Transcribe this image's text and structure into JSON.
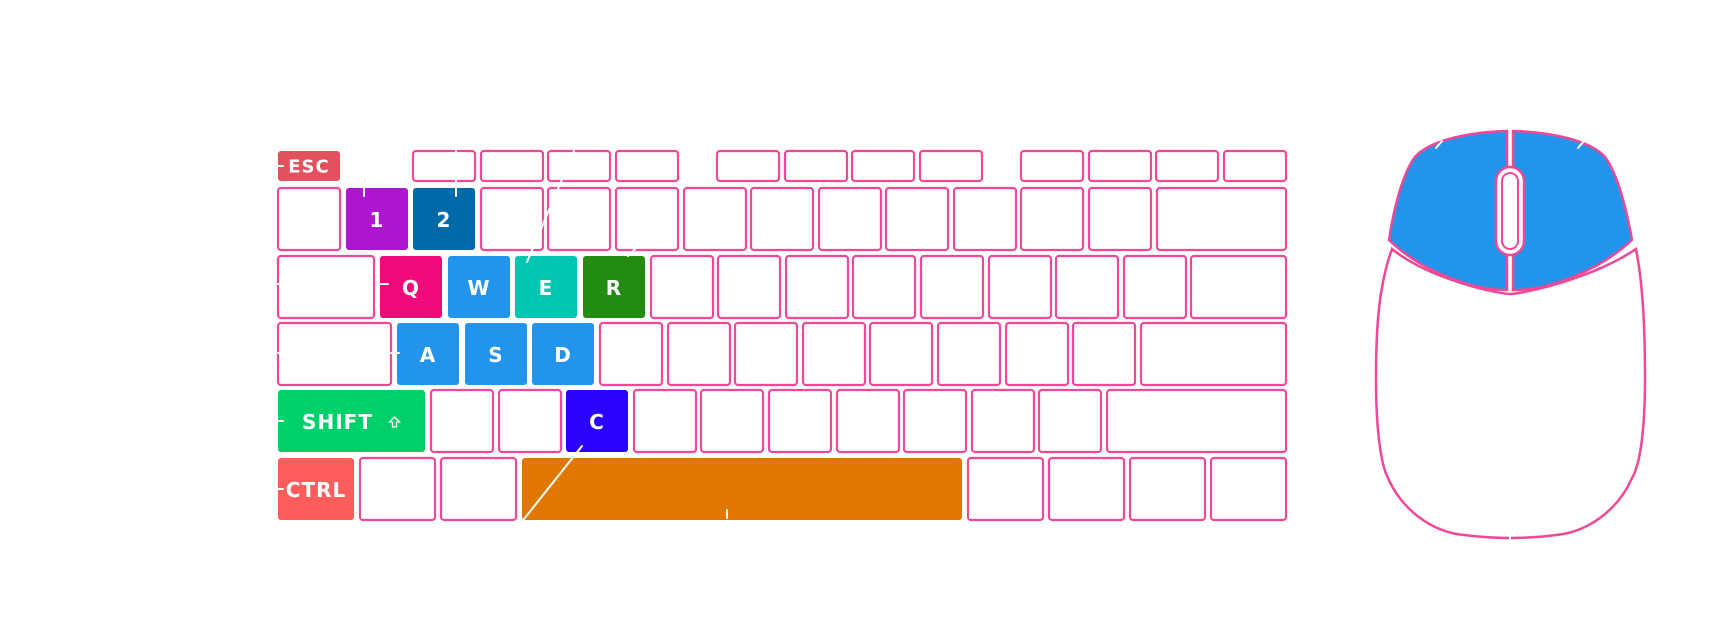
{
  "colors": {
    "outline": "#ef4896",
    "label": "#ffffff",
    "callout_line": "#ffffff",
    "mouse_buttons": "#2394ec"
  },
  "keyboard": {
    "highlighted_keys": [
      {
        "id": "esc",
        "label": "ESC",
        "color": "#e2525e"
      },
      {
        "id": "digit-1",
        "label": "1",
        "color": "#ad16cf"
      },
      {
        "id": "digit-2",
        "label": "2",
        "color": "#006aa9"
      },
      {
        "id": "q",
        "label": "Q",
        "color": "#f00b7b"
      },
      {
        "id": "w",
        "label": "W",
        "color": "#2394ec"
      },
      {
        "id": "e",
        "label": "E",
        "color": "#00c6b1"
      },
      {
        "id": "r",
        "label": "R",
        "color": "#248b12"
      },
      {
        "id": "a",
        "label": "A",
        "color": "#2394ec"
      },
      {
        "id": "s",
        "label": "S",
        "color": "#2394ec"
      },
      {
        "id": "d",
        "label": "D",
        "color": "#2394ec"
      },
      {
        "id": "shift",
        "label": "SHIFT",
        "icon": "up-arrow-icon",
        "color": "#00d06a"
      },
      {
        "id": "c",
        "label": "C",
        "color": "#2b00ff"
      },
      {
        "id": "ctrl",
        "label": "CTRL",
        "color": "#fd5e5c"
      },
      {
        "id": "space",
        "label": "",
        "color": "#e07800"
      }
    ]
  },
  "mouse": {
    "left_button_color": "#2394ec",
    "right_button_color": "#2394ec",
    "wheel_color": "#ffffff"
  }
}
